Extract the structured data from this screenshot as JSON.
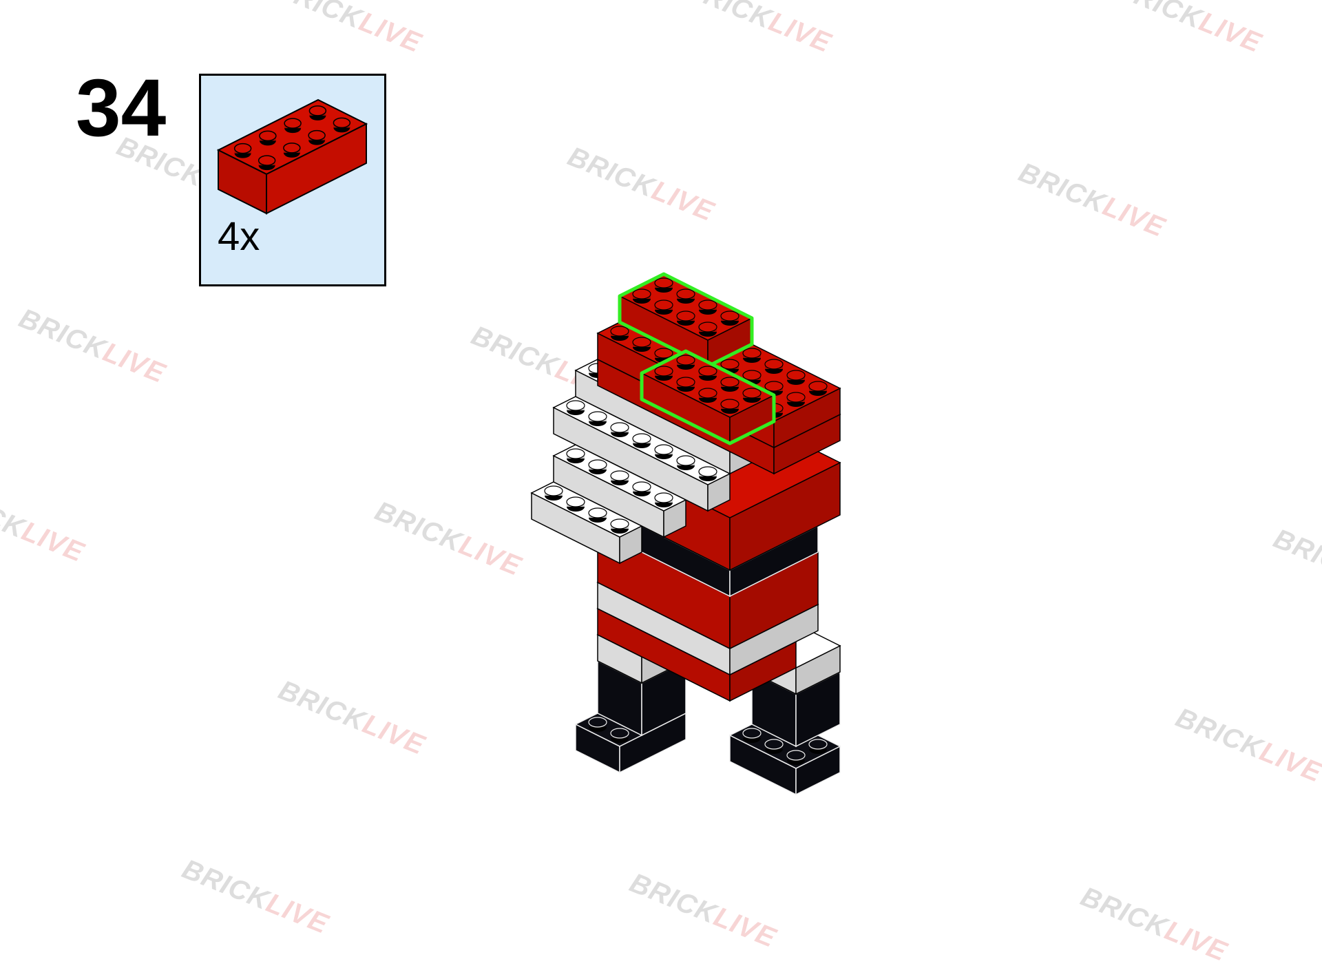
{
  "step": {
    "number": "34"
  },
  "parts_list": {
    "items": [
      {
        "part_icon": "red-brick-2x4-icon",
        "quantity": "4x",
        "color": "#d20e00"
      }
    ]
  },
  "watermark": {
    "text_a": "BRICK",
    "text_b": "LIVE"
  },
  "colors": {
    "brick_red": "#d20e00",
    "brick_white": "#ffffff",
    "brick_black": "#0c0d14",
    "highlight_outline": "#33ee22",
    "parts_box_bg": "#d7ebfa"
  },
  "model": {
    "name": "santa-figure-model",
    "icon": "brick-build-icon"
  }
}
